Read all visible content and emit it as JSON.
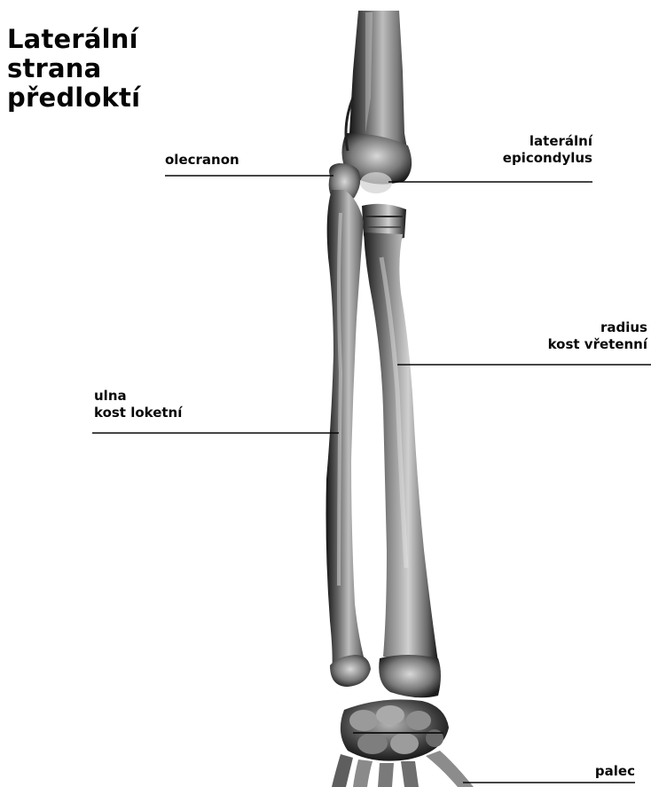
{
  "title": {
    "line1": "Laterální",
    "line2": "strana",
    "line3": "předloktí"
  },
  "labels": {
    "olecranon": "olecranon",
    "lateral_epicondyle": {
      "line1": "laterální",
      "line2": "epicondylus"
    },
    "radius": {
      "line1": "radius",
      "line2": "kost vřetenní"
    },
    "ulna": {
      "line1": "ulna",
      "line2": "kost loketní"
    },
    "thumb": "palec"
  },
  "colors": {
    "ink": "#080808",
    "bone_dark": "#1a1a1a",
    "bone_mid": "#6e6e6e",
    "bone_light": "#c8c8c8"
  }
}
